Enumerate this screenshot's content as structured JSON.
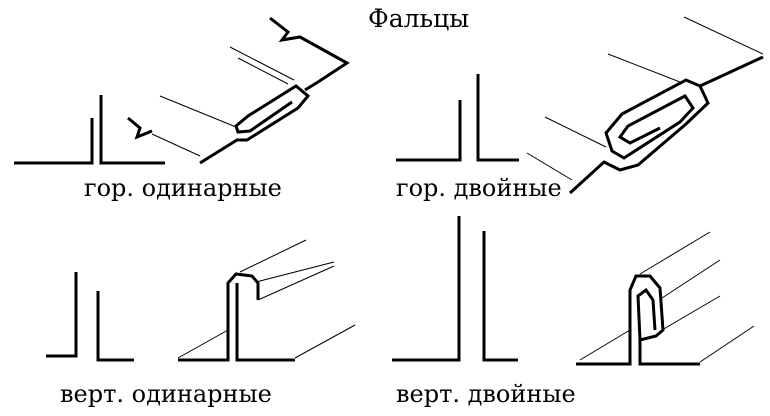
{
  "title": "Фальцы",
  "labels": {
    "horizontal_single": "гор. одинарные",
    "horizontal_double": "гор. двойные",
    "vertical_single": "верт. одинарные",
    "vertical_double": "верт. двойные"
  }
}
